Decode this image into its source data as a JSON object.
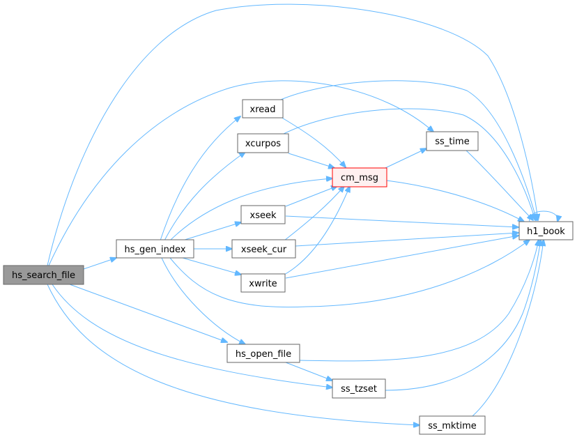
{
  "colors": {
    "edge": "#63b8ff",
    "node_border": "#666666",
    "root_fill": "#999999",
    "highlight_fill": "#fff0f0",
    "highlight_border": "#ff0000"
  },
  "nodes": [
    {
      "id": "hs_search_file",
      "label": "hs_search_file"
    },
    {
      "id": "hs_gen_index",
      "label": "hs_gen_index"
    },
    {
      "id": "xread",
      "label": "xread"
    },
    {
      "id": "xcurpos",
      "label": "xcurpos"
    },
    {
      "id": "cm_msg",
      "label": "cm_msg"
    },
    {
      "id": "ss_time",
      "label": "ss_time"
    },
    {
      "id": "xseek",
      "label": "xseek"
    },
    {
      "id": "xseek_cur",
      "label": "xseek_cur"
    },
    {
      "id": "xwrite",
      "label": "xwrite"
    },
    {
      "id": "h1_book",
      "label": "h1_book"
    },
    {
      "id": "hs_open_file",
      "label": "hs_open_file"
    },
    {
      "id": "ss_tzset",
      "label": "ss_tzset"
    },
    {
      "id": "ss_mktime",
      "label": "ss_mktime"
    }
  ],
  "edges": [
    {
      "from": "hs_search_file",
      "to": "h1_book"
    },
    {
      "from": "hs_search_file",
      "to": "ss_time"
    },
    {
      "from": "hs_search_file",
      "to": "hs_gen_index"
    },
    {
      "from": "hs_search_file",
      "to": "hs_open_file"
    },
    {
      "from": "hs_search_file",
      "to": "ss_tzset"
    },
    {
      "from": "hs_search_file",
      "to": "ss_mktime"
    },
    {
      "from": "hs_gen_index",
      "to": "xread"
    },
    {
      "from": "hs_gen_index",
      "to": "xcurpos"
    },
    {
      "from": "hs_gen_index",
      "to": "cm_msg"
    },
    {
      "from": "hs_gen_index",
      "to": "xseek"
    },
    {
      "from": "hs_gen_index",
      "to": "xseek_cur"
    },
    {
      "from": "hs_gen_index",
      "to": "xwrite"
    },
    {
      "from": "hs_gen_index",
      "to": "h1_book"
    },
    {
      "from": "hs_gen_index",
      "to": "hs_open_file"
    },
    {
      "from": "xread",
      "to": "cm_msg"
    },
    {
      "from": "xread",
      "to": "h1_book"
    },
    {
      "from": "xcurpos",
      "to": "cm_msg"
    },
    {
      "from": "xcurpos",
      "to": "h1_book"
    },
    {
      "from": "xseek",
      "to": "cm_msg"
    },
    {
      "from": "xseek",
      "to": "h1_book"
    },
    {
      "from": "xseek_cur",
      "to": "cm_msg"
    },
    {
      "from": "xseek_cur",
      "to": "h1_book"
    },
    {
      "from": "xwrite",
      "to": "cm_msg"
    },
    {
      "from": "xwrite",
      "to": "h1_book"
    },
    {
      "from": "cm_msg",
      "to": "ss_time"
    },
    {
      "from": "cm_msg",
      "to": "h1_book"
    },
    {
      "from": "ss_time",
      "to": "h1_book"
    },
    {
      "from": "h1_book",
      "to": "h1_book"
    },
    {
      "from": "hs_open_file",
      "to": "ss_tzset"
    },
    {
      "from": "hs_open_file",
      "to": "h1_book"
    },
    {
      "from": "ss_tzset",
      "to": "h1_book"
    },
    {
      "from": "ss_mktime",
      "to": "h1_book"
    }
  ]
}
